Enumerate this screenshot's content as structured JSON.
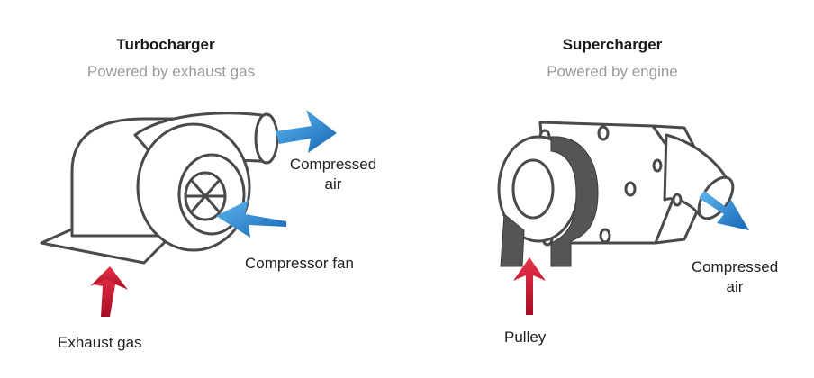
{
  "turbo": {
    "title": "Turbocharger",
    "subtitle": "Powered by exhaust gas",
    "labels": {
      "compressed_air_line1": "Compressed",
      "compressed_air_line2": "air",
      "compressor_fan": "Compressor fan",
      "exhaust_gas": "Exhaust gas"
    }
  },
  "super": {
    "title": "Supercharger",
    "subtitle": "Powered by engine",
    "labels": {
      "compressed_air_line1": "Compressed",
      "compressed_air_line2": "air",
      "pulley": "Pulley"
    }
  },
  "colors": {
    "outline": "#4a4a4a",
    "blue_arrow": "#1f8fd6",
    "red_arrow": "#c8102e",
    "belt": "#555555",
    "subtitle": "#9a9a9a"
  }
}
